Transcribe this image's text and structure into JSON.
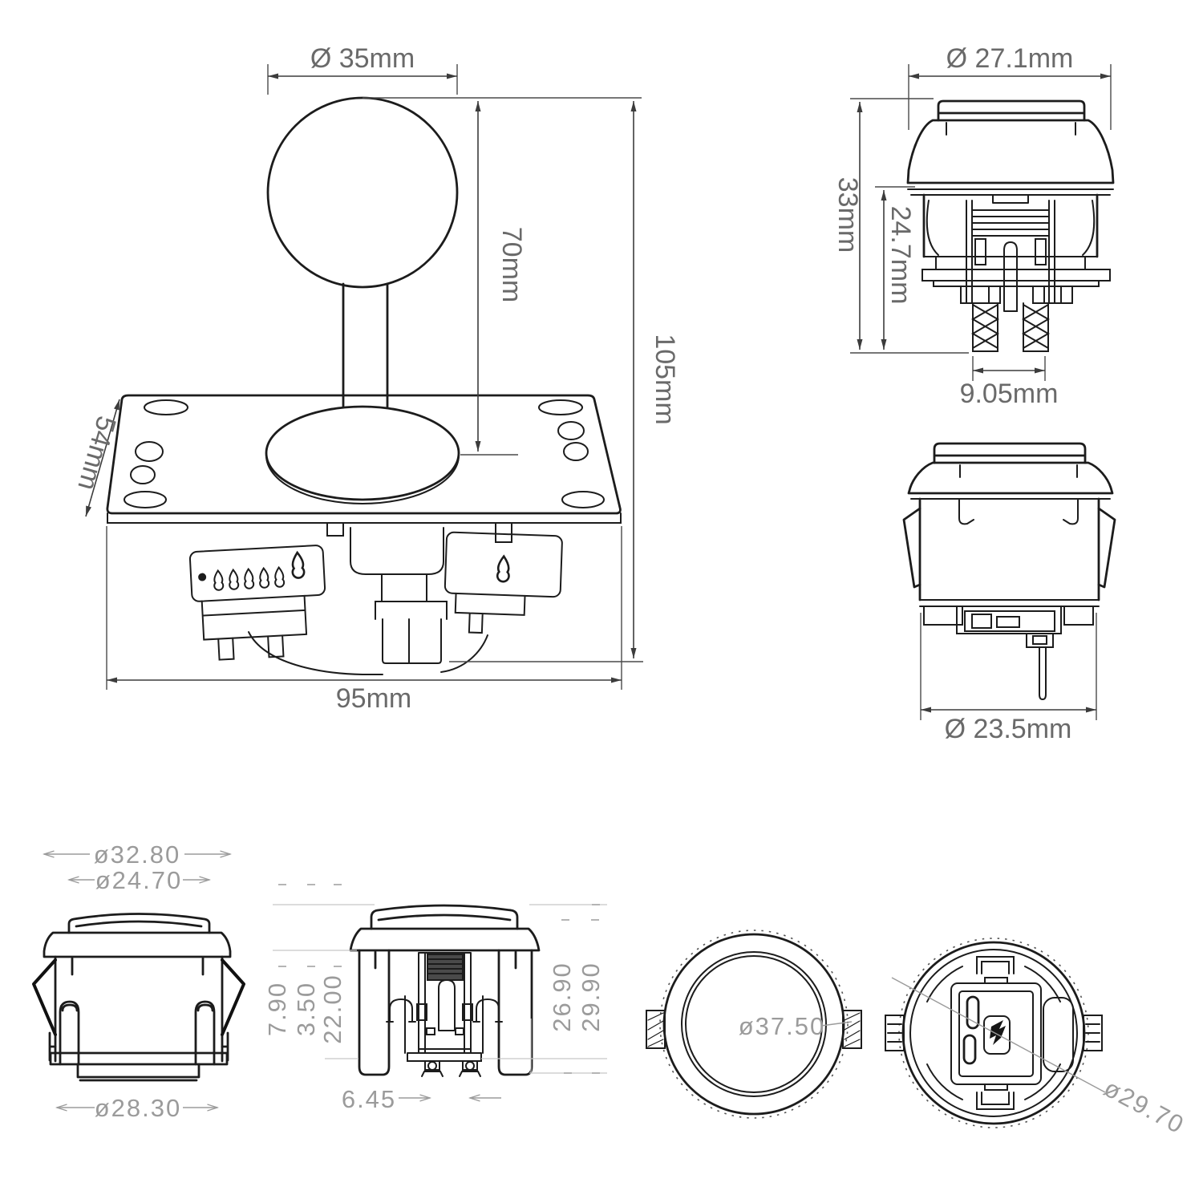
{
  "colors": {
    "background": "#ffffff",
    "line": "#1c1c1c",
    "dim_line": "#3c3c3c",
    "dim_text": "#6a6a6a",
    "cad_line": "#9b9b9b",
    "cad_text": "#9b9b9b"
  },
  "views": {
    "joystick": {
      "dims": {
        "ball_diameter": "Ø 35mm",
        "stick_height": "70mm",
        "total_height": "105mm",
        "plate_depth": "54mm",
        "plate_width": "95mm"
      }
    },
    "button_side": {
      "dims": {
        "cap_diameter": "Ø 27.1mm",
        "total_height": "33mm",
        "body_height": "24.7mm",
        "pin_spacing": "9.05mm"
      }
    },
    "button_front": {
      "dims": {
        "body_diameter": "Ø 23.5mm"
      }
    },
    "button_section_a": {
      "dims": {
        "bezel_diameter": "ø32.80",
        "plunger_diameter": "ø24.70",
        "body_diameter": "ø28.30"
      }
    },
    "button_section_b": {
      "dims": {
        "cap_height": "7.90",
        "lip_height": "3.50",
        "body_height": "22.00",
        "inner_height": "26.90",
        "total_height": "29.90",
        "terminal_spacing": "6.45"
      }
    },
    "button_top": {
      "dims": {
        "face_diameter": "ø37.50"
      }
    },
    "button_back": {
      "dims": {
        "ring_diameter": "ø29.70"
      }
    }
  }
}
